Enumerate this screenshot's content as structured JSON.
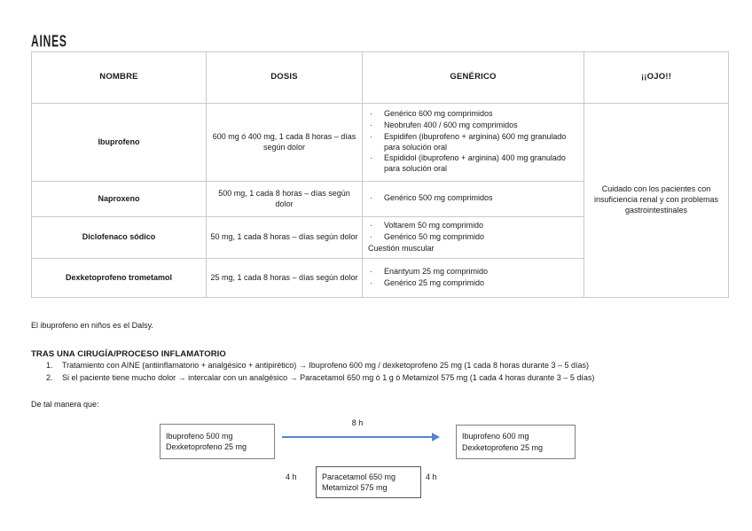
{
  "title": "AINES",
  "table": {
    "headers": [
      "NOMBRE",
      "DOSIS",
      "GENÉRICO",
      "¡¡OJO!!"
    ],
    "rows": [
      {
        "nombre": "Ibuprofeno",
        "dosis": "600 mg ó 400 mg, 1 cada 8 horas – días según dolor",
        "generico_bullets": [
          "Genérico 600 mg comprimidos",
          "Neobrufen 400 / 600 mg comprimidos",
          "Espidifen (ibuprofeno + arginina) 600 mg granulado para solución oral",
          "Espididol (ibuprofeno + arginina) 400 mg granulado para solución oral"
        ]
      },
      {
        "nombre": "Naproxeno",
        "dosis": "500 mg, 1 cada 8 horas – días según dolor",
        "generico_bullets": [
          "Genérico 500 mg comprimidos"
        ]
      },
      {
        "nombre": "Diclofenaco sódico",
        "dosis": "50 mg, 1 cada 8 horas – días según dolor",
        "generico_bullets": [
          "Voltarem 50 mg comprimido",
          "Genérico 50 mg comprimido"
        ],
        "generico_note": "Cuestión muscular"
      },
      {
        "nombre": "Dexketoprofeno trometamol",
        "dosis": "25 mg, 1 cada 8 horas – días según dolor",
        "generico_bullets": [
          "Enantyum 25 mg comprimido",
          "Genérico 25 mg comprimido"
        ]
      }
    ],
    "ojo_note": "Cuidado con los pacientes con insuficiencia renal y con problemas gastrointestinales"
  },
  "notes": {
    "dalsy": "El ibuprofeno en niños es el Dalsy."
  },
  "surgery_section": {
    "heading": "TRAS UNA CIRUGÍA/PROCESO INFLAMATORIO",
    "items": [
      {
        "num": "1.",
        "text": "Tratamiento con AINE (antiinflamatorio + analgésico + antipirético) → Ibuprofeno 600 mg / dexketoprofeno 25 mg (1 cada 8 horas durante 3 – 5 días)"
      },
      {
        "num": "2.",
        "text": "Si el paciente tiene mucho dolor → intercalar con un analgésico → Paracetamol 650 mg ó 1 g ó Metamizol 575 mg (1 cada 4 horas durante 3 – 5 días)"
      }
    ],
    "intro_next": "De tal manera que:"
  },
  "diagram": {
    "arrow_color": "#5585d2",
    "arrow_label": "8 h",
    "left_box": [
      "Ibuprofeno 500 mg",
      "Dexketoprofeno 25 mg"
    ],
    "right_box": [
      "Ibuprofeno 600 mg",
      "Dexketoprofeno 25 mg"
    ],
    "center_box": [
      "Paracetamol 650 mg",
      "Metamizol 575 mg"
    ],
    "interval_left": "4 h",
    "interval_right": "4 h"
  }
}
